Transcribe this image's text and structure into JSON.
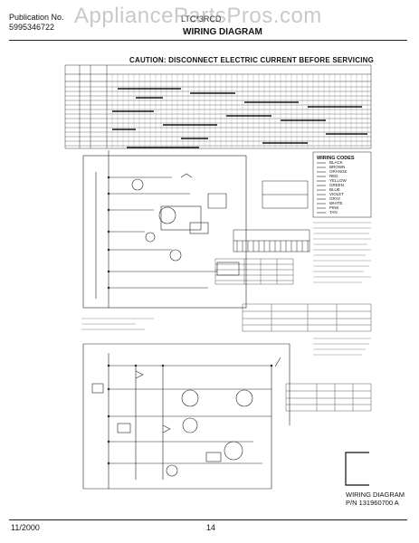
{
  "header": {
    "publication_label": "Publication No.",
    "publication_number": "5995346722",
    "watermark": "AppliancePartsPros.com",
    "model_code": "LTC*3RCD",
    "title": "WIRING DIAGRAM"
  },
  "caution": "CAUTION: DISCONNECT ELECTRIC CURRENT BEFORE SERVICING",
  "legend": {
    "title": "WIRING CODES",
    "items": [
      "BLACK",
      "BROWN",
      "ORANGE",
      "RED",
      "YELLOW",
      "GREEN",
      "BLUE",
      "VIOLET",
      "GRAY",
      "WHITE",
      "PINK",
      "TAN"
    ]
  },
  "footer": {
    "date": "11/2000",
    "page": "14",
    "diagram_label": "WIRING DIAGRAM",
    "part_number": "P/N 131960700 A"
  },
  "colors": {
    "line": "#222222",
    "watermark": "#c9c9c9",
    "background": "#ffffff"
  }
}
